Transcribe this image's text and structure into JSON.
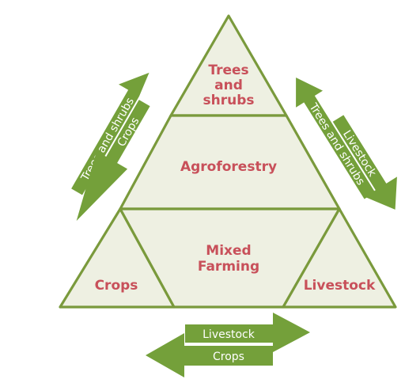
{
  "regions": {
    "top": [
      "Trees",
      "and",
      "shrubs"
    ],
    "middle": "Agroforestry",
    "center": [
      "Mixed",
      "Farming"
    ],
    "bottom_left": "Crops",
    "bottom_right": "Livestock"
  },
  "arrows": {
    "left": {
      "up": "Trees and shrubs",
      "down": "Crops"
    },
    "right": {
      "up": "Trees and shrubs",
      "down": "Livestock"
    },
    "bottom": {
      "right": "Livestock",
      "left": "Crops"
    }
  },
  "colors": {
    "outline": "#7a9a3c",
    "fill": "#eef0e2",
    "text": "#c8505a",
    "arrow": "#74a03a"
  }
}
